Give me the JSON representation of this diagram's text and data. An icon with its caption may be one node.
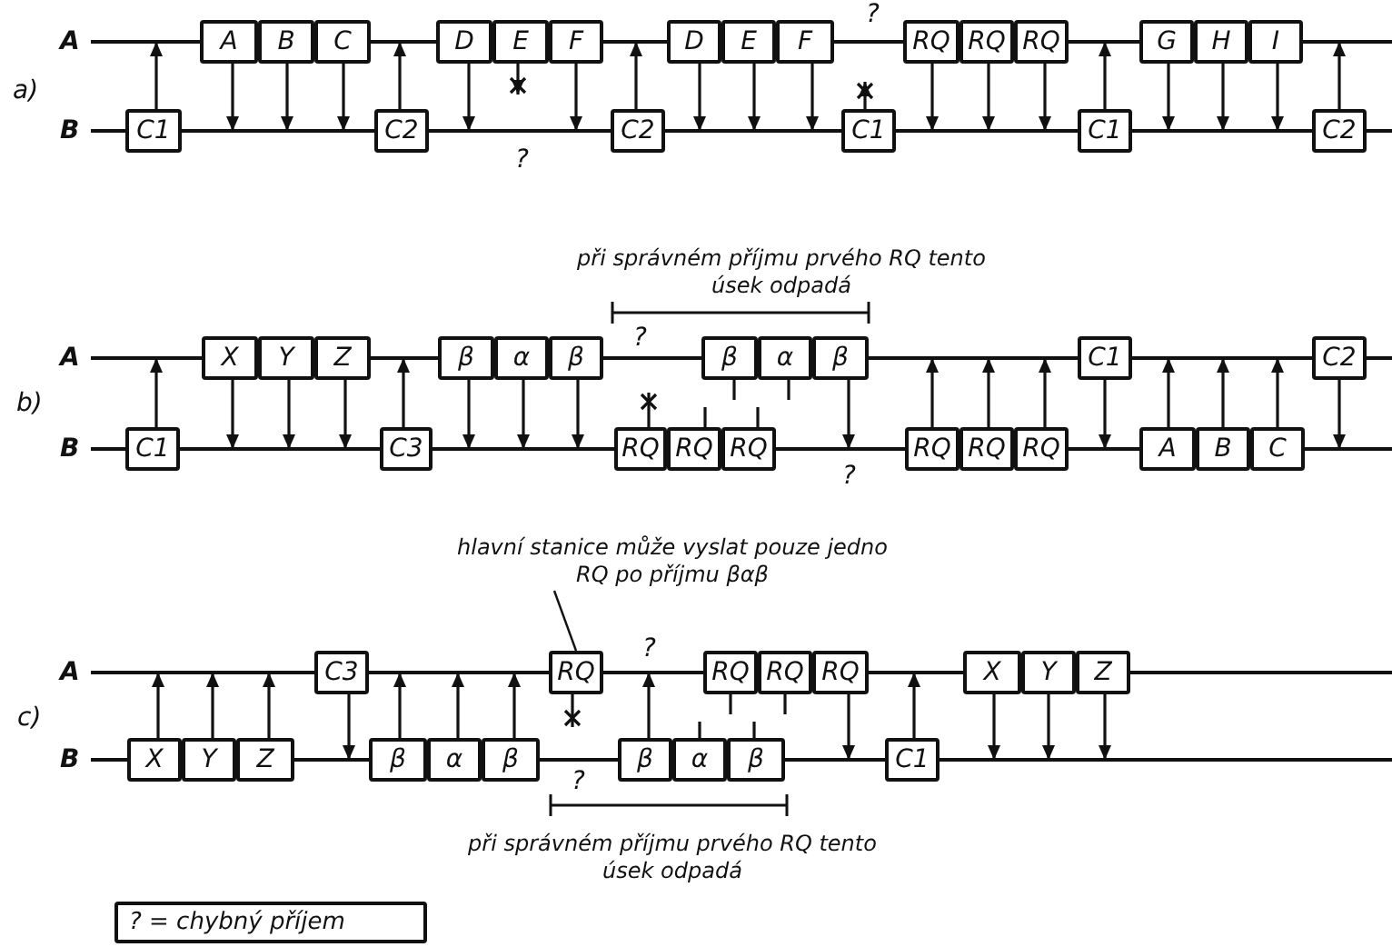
{
  "diagram": {
    "nodes": [
      {
        "text": [
          "C1"
        ]
      },
      {
        "text": [
          "A"
        ]
      },
      {
        "text": [
          "B"
        ]
      },
      {
        "text": [
          "C"
        ]
      },
      {
        "text": [
          "C2"
        ]
      },
      {
        "text": [
          "D"
        ]
      },
      {
        "text": [
          "E"
        ]
      },
      {
        "text": [
          "F"
        ]
      },
      {
        "text": [
          "C2"
        ]
      },
      {
        "text": [
          "D"
        ]
      },
      {
        "text": [
          "E"
        ]
      },
      {
        "text": [
          "F"
        ]
      },
      {
        "text": [
          "C1"
        ]
      },
      {
        "text": [
          "RQ"
        ]
      },
      {
        "text": [
          "RQ"
        ]
      },
      {
        "text": [
          "RQ"
        ]
      },
      {
        "text": [
          "C1"
        ]
      },
      {
        "text": [
          "G"
        ]
      },
      {
        "text": [
          "H"
        ]
      },
      {
        "text": [
          "I"
        ]
      },
      {
        "text": [
          "C2"
        ]
      },
      {
        "text": [
          "C1"
        ]
      },
      {
        "text": [
          "X"
        ]
      },
      {
        "text": [
          "Y"
        ]
      },
      {
        "text": [
          "Z"
        ]
      },
      {
        "text": [
          "C3"
        ]
      },
      {
        "text": [
          "β"
        ]
      },
      {
        "text": [
          "α"
        ]
      },
      {
        "text": [
          "β"
        ]
      },
      {
        "text": [
          "RQ"
        ]
      },
      {
        "text": [
          "RQ"
        ]
      },
      {
        "text": [
          "RQ"
        ]
      },
      {
        "text": [
          "β"
        ]
      },
      {
        "text": [
          "α"
        ]
      },
      {
        "text": [
          "β"
        ]
      },
      {
        "text": [
          "RQ"
        ]
      },
      {
        "text": [
          "RQ"
        ]
      },
      {
        "text": [
          "RQ"
        ]
      },
      {
        "text": [
          "C1"
        ]
      },
      {
        "text": [
          "A"
        ]
      },
      {
        "text": [
          "B"
        ]
      },
      {
        "text": [
          "C"
        ]
      },
      {
        "text": [
          "C2"
        ]
      },
      {
        "text": [
          "hlavní stanice může vyslat pouze jedno RQ po příjmu βαβ"
        ]
      },
      {
        "text": [
          "X"
        ]
      },
      {
        "text": [
          "Y"
        ]
      },
      {
        "text": [
          "Z"
        ]
      },
      {
        "text": [
          "C3"
        ]
      },
      {
        "text": [
          "β"
        ]
      },
      {
        "text": [
          "α"
        ]
      },
      {
        "text": [
          "β"
        ]
      },
      {
        "text": [
          "RQ"
        ]
      },
      {
        "text": [
          "β"
        ]
      },
      {
        "text": [
          "α"
        ]
      },
      {
        "text": [
          "β"
        ]
      },
      {
        "text": [
          "RQ"
        ]
      },
      {
        "text": [
          "RQ"
        ]
      },
      {
        "text": [
          "RQ"
        ]
      },
      {
        "text": [
          "C1"
        ]
      },
      {
        "text": [
          "X"
        ]
      },
      {
        "text": [
          "Y"
        ]
      },
      {
        "text": [
          "Z"
        ]
      },
      {
        "text": [
          "? = chybný příjem"
        ]
      },
      {
        "text": [],
        "shape": "bar",
        "beside": [
          "A"
        ]
      },
      {
        "text": [],
        "shape": "bar",
        "beside": [
          "B"
        ]
      },
      {
        "text": [],
        "shape": "bar",
        "beside": [
          "A"
        ]
      },
      {
        "text": [],
        "shape": "bar",
        "beside": [
          "B"
        ]
      },
      {
        "text": [],
        "shape": "bar",
        "beside": [
          "A"
        ]
      },
      {
        "text": [],
        "shape": "bar",
        "beside": [
          "B"
        ]
      }
    ],
    "edges": [
      {
        "from": 0,
        "to": 63,
        "arrow": "to"
      },
      {
        "from": 1,
        "to": 64,
        "arrow": "to"
      },
      {
        "from": 2,
        "to": 64,
        "arrow": "to"
      },
      {
        "from": 3,
        "to": 64,
        "arrow": "to"
      },
      {
        "from": 4,
        "to": 63,
        "arrow": "to"
      },
      {
        "from": 5,
        "to": 64,
        "arrow": "to"
      },
      {
        "from": 6,
        "to": null,
        "arrow": "to"
      },
      {
        "from": 7,
        "to": 64,
        "arrow": "to"
      },
      {
        "from": 8,
        "to": 63,
        "arrow": "to"
      },
      {
        "from": 9,
        "to": 64,
        "arrow": "to"
      },
      {
        "from": 10,
        "to": 64,
        "arrow": "to"
      },
      {
        "from": 11,
        "to": 64,
        "arrow": "to"
      },
      {
        "from": 12,
        "to": null,
        "arrow": "to"
      },
      {
        "from": 13,
        "to": 64,
        "arrow": "to"
      },
      {
        "from": 14,
        "to": 64,
        "arrow": "to"
      },
      {
        "from": 15,
        "to": 64,
        "arrow": "to"
      },
      {
        "from": 16,
        "to": 63,
        "arrow": "to"
      },
      {
        "from": 17,
        "to": 64,
        "arrow": "to"
      },
      {
        "from": 18,
        "to": 64,
        "arrow": "to"
      },
      {
        "from": 19,
        "to": 64,
        "arrow": "to"
      },
      {
        "from": 20,
        "to": 63,
        "arrow": "to"
      },
      {
        "from": 21,
        "to": 65,
        "arrow": "to"
      },
      {
        "from": 22,
        "to": 66,
        "arrow": "to"
      },
      {
        "from": 23,
        "to": 66,
        "arrow": "to"
      },
      {
        "from": 24,
        "to": 66,
        "arrow": "to"
      },
      {
        "from": 25,
        "to": 65,
        "arrow": "to"
      },
      {
        "from": 26,
        "to": 66,
        "arrow": "to"
      },
      {
        "from": 27,
        "to": 66,
        "arrow": "to"
      },
      {
        "from": 28,
        "to": 66,
        "arrow": "to"
      },
      {
        "from": 29,
        "to": null,
        "arrow": "none"
      },
      {
        "from": 30,
        "to": null,
        "arrow": "none"
      },
      {
        "from": 31,
        "to": null,
        "arrow": "none"
      },
      {
        "from": 32,
        "to": null,
        "arrow": "none"
      },
      {
        "from": 33,
        "to": null,
        "arrow": "none"
      },
      {
        "from": 34,
        "to": 66,
        "arrow": "to"
      },
      {
        "from": 35,
        "to": 65,
        "arrow": "to"
      },
      {
        "from": 36,
        "to": 65,
        "arrow": "to"
      },
      {
        "from": 37,
        "to": 65,
        "arrow": "to"
      },
      {
        "from": 38,
        "to": 66,
        "arrow": "to"
      },
      {
        "from": 39,
        "to": 65,
        "arrow": "to"
      },
      {
        "from": 40,
        "to": 65,
        "arrow": "to"
      },
      {
        "from": 41,
        "to": 65,
        "arrow": "to"
      },
      {
        "from": 42,
        "to": 66,
        "arrow": "to"
      },
      {
        "from": 43,
        "to": 51,
        "arrow": "none"
      },
      {
        "from": 44,
        "to": 67,
        "arrow": "to"
      },
      {
        "from": 45,
        "to": 67,
        "arrow": "to"
      },
      {
        "from": 46,
        "to": 67,
        "arrow": "to"
      },
      {
        "from": 47,
        "to": 68,
        "arrow": "to"
      },
      {
        "from": 48,
        "to": 67,
        "arrow": "to"
      },
      {
        "from": 49,
        "to": 67,
        "arrow": "to"
      },
      {
        "from": 50,
        "to": 67,
        "arrow": "to"
      },
      {
        "from": 51,
        "to": null,
        "arrow": "none"
      },
      {
        "from": 52,
        "to": 67,
        "arrow": "to"
      },
      {
        "from": 53,
        "to": null,
        "arrow": "none"
      },
      {
        "from": 54,
        "to": null,
        "arrow": "none"
      },
      {
        "from": 55,
        "to": null,
        "arrow": "none"
      },
      {
        "from": 56,
        "to": null,
        "arrow": "none"
      },
      {
        "from": 57,
        "to": 68,
        "arrow": "to"
      },
      {
        "from": 58,
        "to": 67,
        "arrow": "to"
      },
      {
        "from": 59,
        "to": 68,
        "arrow": "to"
      },
      {
        "from": 60,
        "to": 68,
        "arrow": "to"
      },
      {
        "from": 61,
        "to": 68,
        "arrow": "to"
      }
    ],
    "labels": [
      "?",
      "a)",
      "?",
      "při správném příjmu prvého RQ tento úsek odpadá",
      "?",
      "b)",
      "?",
      "?",
      "c)",
      "?",
      "při správném příjmu prvého RQ tento úsek odpadá"
    ]
  }
}
